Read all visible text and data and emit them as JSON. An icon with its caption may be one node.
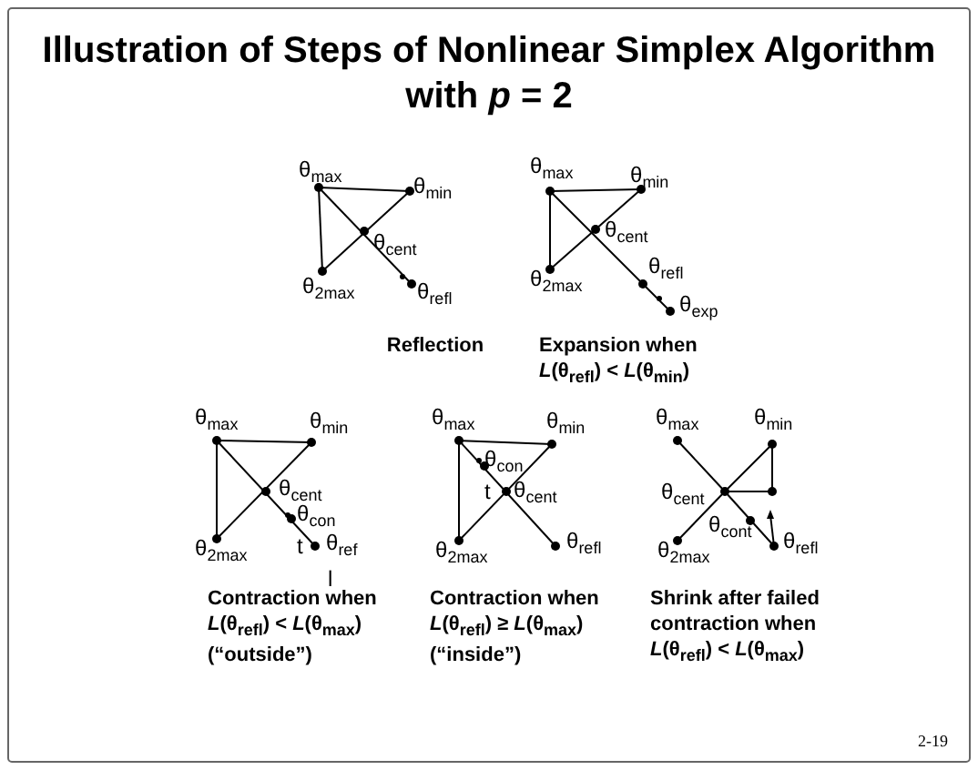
{
  "diagram": {
    "title": "Illustration of Steps of Nonlinear Simplex Algorithm with *p* = 2",
    "labels": [
      "θ$_{max}$",
      "θ$_{min}$",
      "θ$_{cent}$",
      "θ$_{2max}$",
      "θ$_{refl}$",
      "Reflection",
      "θ$_{max}$",
      "θ$_{min}$",
      "θ$_{cent}$",
      "θ$_{2max}$",
      "θ$_{refl}$",
      "θ$_{exp}$",
      "Expansion when *L*(θ$_{refl}$) < *L*(θ$_{min}$)",
      "θ$_{max}$",
      "θ$_{min}$",
      "θ$_{cent}$",
      "θ$_{con}$",
      "t",
      "θ$_{ref}$",
      "l",
      "θ$_{2max}$",
      "Contraction when *L*(θ$_{refl}$) < *L*(θ$_{max}$) (“outside”)",
      "θ$_{max}$",
      "θ$_{min}$",
      "θ$_{con}$",
      "t",
      "θ$_{cent}$",
      "θ$_{2max}$",
      "θ$_{refl}$",
      "Contraction when *L*(θ$_{refl}$) ≥ *L*(θ$_{max}$) (“inside”)",
      "θ$_{max}$",
      "θ$_{min}$",
      "θ$_{cent}$",
      "θ$_{cont}$",
      "θ$_{2max}$",
      "θ$_{refl}$",
      "Shrink after failed contraction when *L*(θ$_{refl}$) < *L*(θ$_{max}$)",
      "2-19"
    ]
  }
}
